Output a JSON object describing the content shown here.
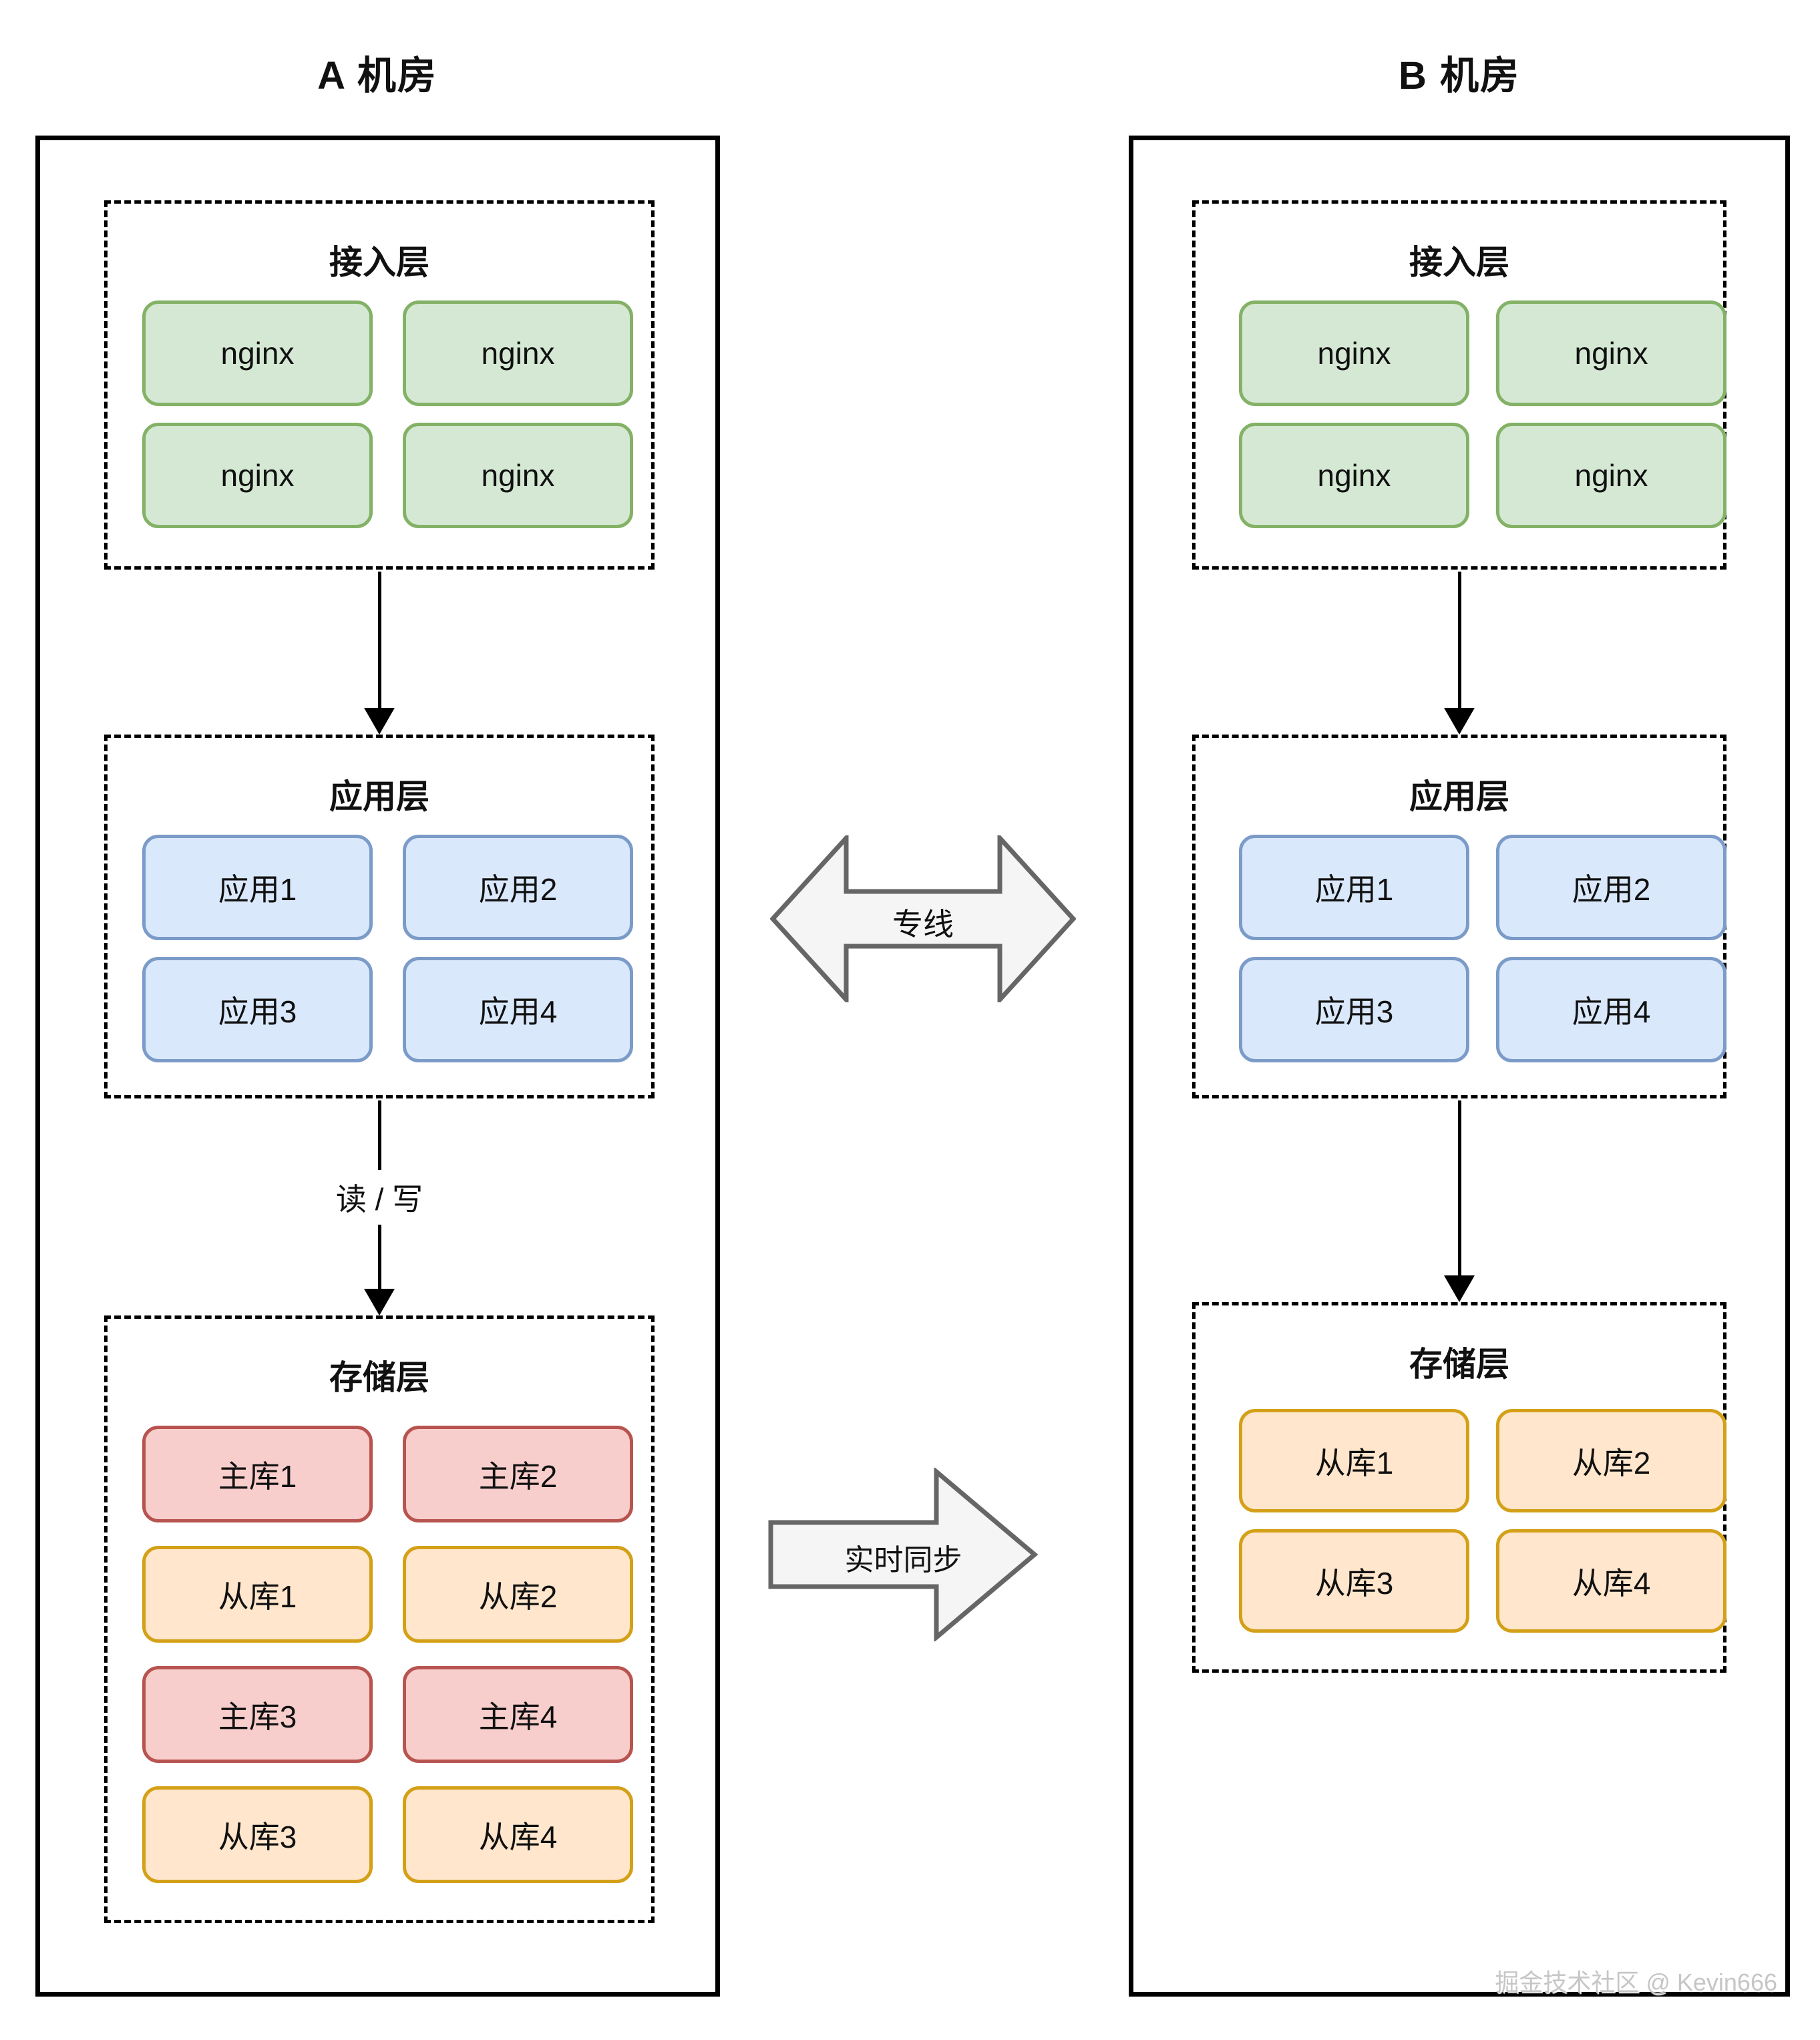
{
  "room_a": {
    "title": "A 机房",
    "access": {
      "title": "接入层",
      "nodes": [
        "nginx",
        "nginx",
        "nginx",
        "nginx"
      ]
    },
    "app": {
      "title": "应用层",
      "nodes": [
        "应用1",
        "应用2",
        "应用3",
        "应用4"
      ]
    },
    "rw_label": "读 / 写",
    "storage": {
      "title": "存储层",
      "nodes": [
        "主库1",
        "主库2",
        "从库1",
        "从库2",
        "主库3",
        "主库4",
        "从库3",
        "从库4"
      ]
    }
  },
  "room_b": {
    "title": "B 机房",
    "access": {
      "title": "接入层",
      "nodes": [
        "nginx",
        "nginx",
        "nginx",
        "nginx"
      ]
    },
    "app": {
      "title": "应用层",
      "nodes": [
        "应用1",
        "应用2",
        "应用3",
        "应用4"
      ]
    },
    "storage": {
      "title": "存储层",
      "nodes": [
        "从库1",
        "从库2",
        "从库3",
        "从库4"
      ]
    }
  },
  "connectors": {
    "dedicated_line": "专线",
    "realtime_sync": "实时同步"
  },
  "watermark": "掘金技术社区 @ Kevin666",
  "colors": {
    "nginx_fill": "#d5e8d4",
    "nginx_border": "#83b266",
    "app_fill": "#dae8fc",
    "app_border": "#7b9bc8",
    "master_fill": "#f8cecc",
    "master_border": "#b85450",
    "slave_fill": "#ffe6cc",
    "slave_border": "#d4a017",
    "big_arrow_fill": "#f5f5f5",
    "big_arrow_border": "#666666",
    "line_color": "#000000"
  }
}
